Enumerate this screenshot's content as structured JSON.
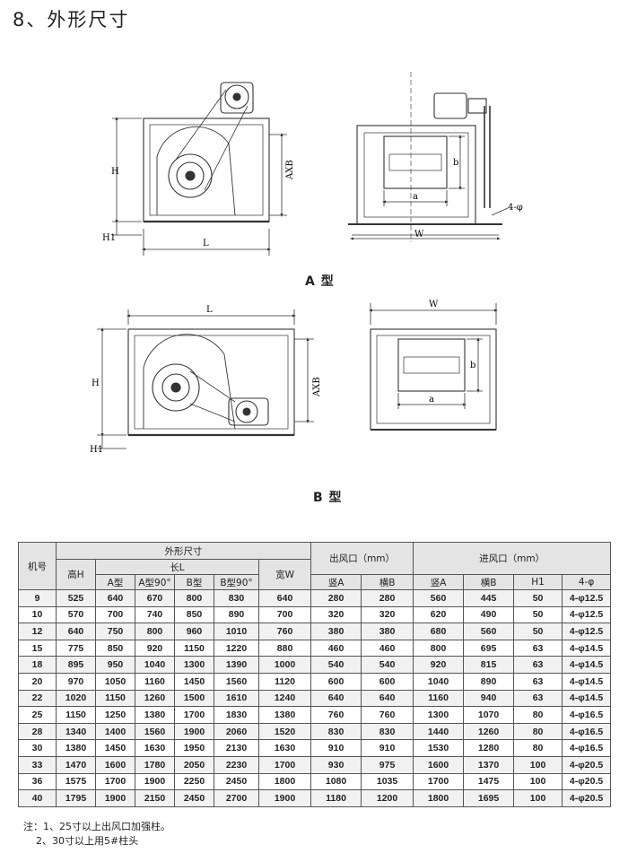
{
  "page": {
    "title": "8、外形尺寸"
  },
  "drawings": {
    "type_a": {
      "caption": "A 型",
      "L": "L",
      "H": "H",
      "H1": "H1",
      "AXB": "AXB",
      "W": "W",
      "a": "a",
      "b": "b",
      "holes": "4-φ"
    },
    "type_b": {
      "caption": "B 型",
      "L": "L",
      "H": "H",
      "H1": "H1",
      "AXB": "AXB",
      "W": "W",
      "a": "a",
      "b": "b"
    }
  },
  "table": {
    "header": {
      "model": "机号",
      "outer": "外形尺寸",
      "outlet": "出风口（mm）",
      "inlet": "进风口（mm）",
      "height": "高H",
      "length": "长L",
      "width": "宽W",
      "a_type": "A型",
      "a_type_90": "A型90°",
      "b_type": "B型",
      "b_type_90": "B型90°",
      "out_a": "竖A",
      "out_b": "横B",
      "in_a": "竖A",
      "in_b": "横B",
      "h1": "H1",
      "holes": "4-φ"
    },
    "rows": [
      [
        "9",
        "525",
        "640",
        "670",
        "800",
        "830",
        "640",
        "280",
        "280",
        "560",
        "445",
        "50",
        "4-φ12.5"
      ],
      [
        "10",
        "570",
        "700",
        "740",
        "850",
        "890",
        "700",
        "320",
        "320",
        "620",
        "490",
        "50",
        "4-φ12.5"
      ],
      [
        "12",
        "640",
        "750",
        "800",
        "960",
        "1010",
        "760",
        "380",
        "380",
        "680",
        "560",
        "50",
        "4-φ12.5"
      ],
      [
        "15",
        "775",
        "850",
        "920",
        "1150",
        "1220",
        "880",
        "460",
        "460",
        "800",
        "695",
        "63",
        "4-φ14.5"
      ],
      [
        "18",
        "895",
        "950",
        "1040",
        "1300",
        "1390",
        "1000",
        "540",
        "540",
        "920",
        "815",
        "63",
        "4-φ14.5"
      ],
      [
        "20",
        "970",
        "1050",
        "1160",
        "1450",
        "1560",
        "1120",
        "600",
        "600",
        "1040",
        "890",
        "63",
        "4-φ14.5"
      ],
      [
        "22",
        "1020",
        "1150",
        "1260",
        "1500",
        "1610",
        "1240",
        "640",
        "640",
        "1160",
        "940",
        "63",
        "4-φ14.5"
      ],
      [
        "25",
        "1150",
        "1250",
        "1380",
        "1700",
        "1830",
        "1380",
        "760",
        "760",
        "1300",
        "1070",
        "80",
        "4-φ16.5"
      ],
      [
        "28",
        "1340",
        "1400",
        "1560",
        "1900",
        "2060",
        "1520",
        "830",
        "830",
        "1440",
        "1260",
        "80",
        "4-φ16.5"
      ],
      [
        "30",
        "1380",
        "1450",
        "1630",
        "1950",
        "2130",
        "1630",
        "910",
        "910",
        "1530",
        "1280",
        "80",
        "4-φ16.5"
      ],
      [
        "33",
        "1470",
        "1600",
        "1780",
        "2050",
        "2230",
        "1700",
        "930",
        "975",
        "1600",
        "1370",
        "100",
        "4-φ20.5"
      ],
      [
        "36",
        "1575",
        "1700",
        "1900",
        "2250",
        "2450",
        "1800",
        "1080",
        "1035",
        "1700",
        "1475",
        "100",
        "4-φ20.5"
      ],
      [
        "40",
        "1795",
        "1900",
        "2150",
        "2450",
        "2700",
        "1900",
        "1180",
        "1200",
        "1800",
        "1695",
        "100",
        "4-φ20.5"
      ]
    ]
  },
  "notes": [
    "注：1、25寸以上出风口加强柱。",
    "    2、30寸以上用5#柱头"
  ]
}
